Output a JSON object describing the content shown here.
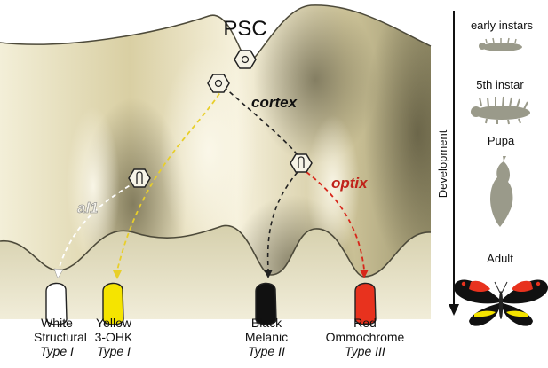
{
  "title": "PSC",
  "genes": {
    "cortex": "cortex",
    "optix": "optix",
    "al1": "al1"
  },
  "scales": [
    {
      "color_name": "White",
      "pigment": "Structural",
      "type": "Type I",
      "fill": "#ffffff"
    },
    {
      "color_name": "Yellow",
      "pigment": "3-OHK",
      "type": "Type I",
      "fill": "#f5e400"
    },
    {
      "color_name": "Black",
      "pigment": "Melanic",
      "type": "Type II",
      "fill": "#111111"
    },
    {
      "color_name": "Red",
      "pigment": "Ommochrome",
      "type": "Type III",
      "fill": "#e8321e"
    }
  ],
  "development": {
    "axis_label": "Development",
    "stages": [
      "early instars",
      "5th instar",
      "Pupa",
      "Adult"
    ]
  },
  "colors": {
    "landscape_light": "#f4efd7",
    "landscape_dark": "#6f6a4c",
    "arrow_yellow": "#e8cf2a",
    "arrow_red": "#d8261a",
    "arrow_black": "#222222",
    "arrow_white": "#ffffff",
    "silhouette": "#9a9a8a"
  },
  "icons": {
    "switch": "hexagon-switch-icon",
    "larva": "caterpillar-icon",
    "pupa": "chrysalis-icon",
    "adult": "butterfly-icon"
  }
}
